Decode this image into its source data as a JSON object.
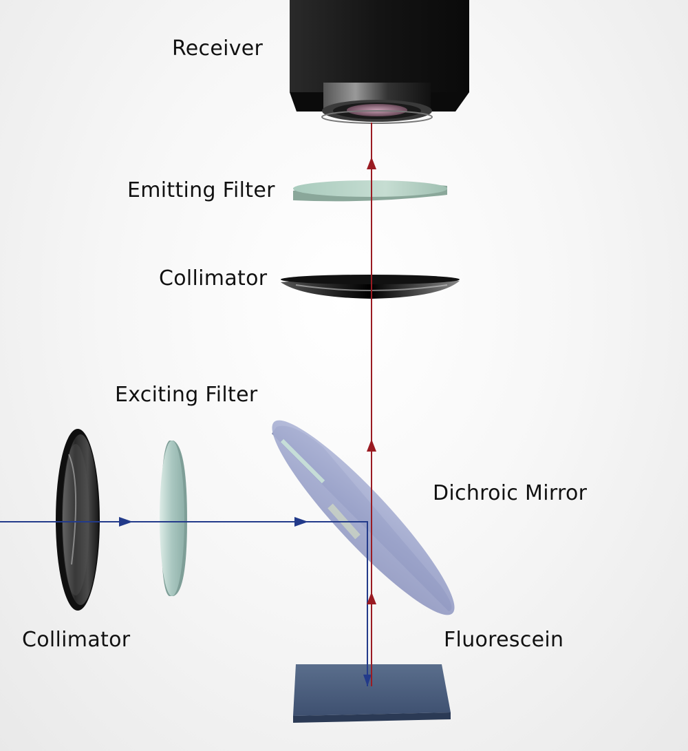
{
  "labels": {
    "receiver": "Receiver",
    "emitting_filter": "Emitting Filter",
    "collimator_top": "Collimator",
    "exciting_filter": "Exciting Filter",
    "dichroic_mirror": "Dichroic Mirror",
    "collimator_left": "Collimator",
    "fluorescein": "Fluorescein"
  },
  "colors": {
    "excitation_beam": "#223a8a",
    "emission_beam": "#9a1b22",
    "sample": "#4a5f7e"
  }
}
